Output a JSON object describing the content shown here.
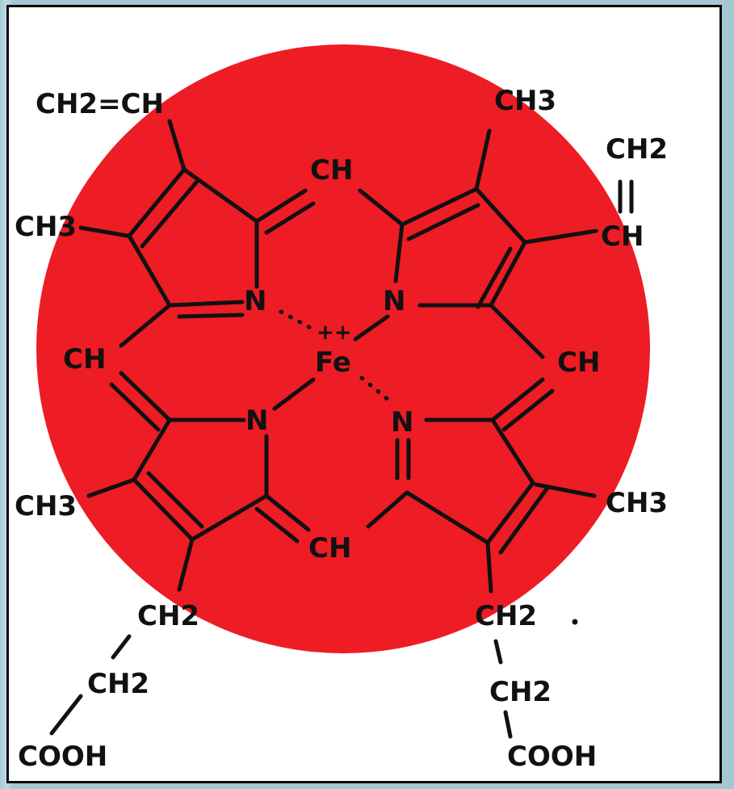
{
  "colors": {
    "disc": "#ee1c24",
    "ink": "#111111",
    "paper": "#ffffff",
    "border": "#0b0b0b",
    "outer": "#a8cbd8"
  },
  "labels": {
    "ch2_ch_top_left": "CH2=CH",
    "ch3_top_right": "CH3",
    "ch2_top_right": "CH2",
    "ch_right_vinyl": "CH",
    "ch3_left": "CH3",
    "ch_top_bridge": "CH",
    "n_upper_left": "N",
    "n_upper_right": "N",
    "fe_charge": "++",
    "fe": "Fe",
    "ch_left_bridge": "CH",
    "ch_right_bridge": "CH",
    "n_lower_left": "N",
    "n_lower_right": "N",
    "ch3_lower_left": "CH3",
    "ch3_lower_right": "CH3",
    "ch_bottom_bridge": "CH",
    "ch2_chain_left_1": "CH2",
    "ch2_chain_left_2": "CH2",
    "cooh_left": "COOH",
    "ch2_chain_right_1": "CH2",
    "ch2_chain_right_2": "CH2",
    "cooh_right": "COOH"
  }
}
